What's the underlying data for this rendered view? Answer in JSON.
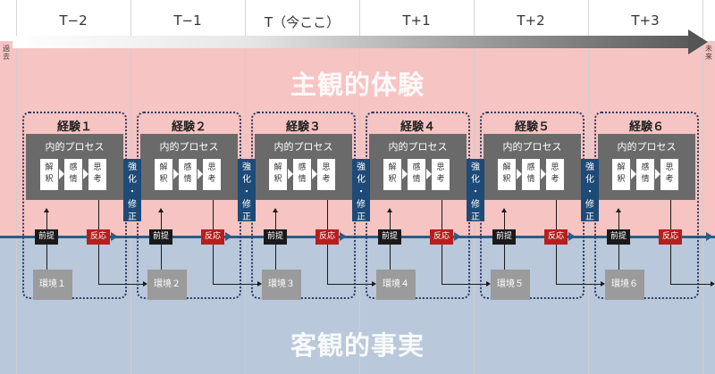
{
  "timeline": {
    "periods": [
      "T−2",
      "T−1",
      "T（今ここ）",
      "T+1",
      "T+2",
      "T+3"
    ],
    "past_label": "過去",
    "future_label": "未来"
  },
  "labels": {
    "subjective": "主観的体験",
    "objective": "客観的事実"
  },
  "experiences": [
    {
      "title": "経験１",
      "env": "環境１"
    },
    {
      "title": "経験２",
      "env": "環境２"
    },
    {
      "title": "経験３",
      "env": "環境３"
    },
    {
      "title": "経験４",
      "env": "環境４"
    },
    {
      "title": "経験５",
      "env": "環境５"
    },
    {
      "title": "経験６",
      "env": "環境６"
    }
  ],
  "common": {
    "inner_process": "内的プロセス",
    "steps": [
      "解釈",
      "感情",
      "思考"
    ],
    "premise": "前提",
    "reaction": "反応",
    "reinforce": "強化・修正"
  },
  "colors": {
    "top_band": "#f6c4c2",
    "bottom_band": "#b9c8da",
    "reinforce": "#1e4a78",
    "reaction": "#b81e1e",
    "premise": "#1a1a1a"
  }
}
